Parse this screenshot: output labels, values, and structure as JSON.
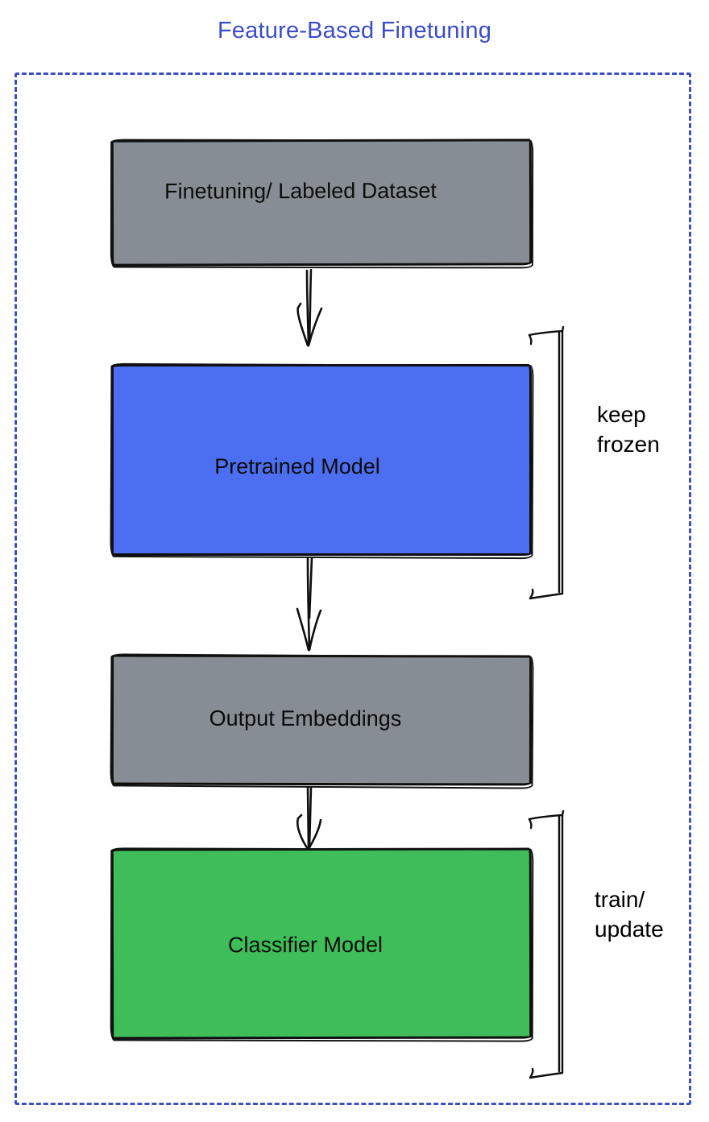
{
  "title": "Feature-Based Finetuning",
  "colors": {
    "title_text": "#3b4cc8",
    "frame_border": "#3b50c4",
    "node_gray": "#868d95",
    "node_blue": "#4b6ff0",
    "node_green": "#3ebd58",
    "stroke": "#111111",
    "label_text": "#0b0b0b"
  },
  "diagram": {
    "nodes": [
      {
        "id": "finetuning-dataset",
        "label": "Finetuning/ Labeled Dataset",
        "fill": "gray"
      },
      {
        "id": "pretrained-model",
        "label": "Pretrained Model",
        "fill": "blue"
      },
      {
        "id": "output-embeddings",
        "label": "Output Embeddings",
        "fill": "gray"
      },
      {
        "id": "classifier-model",
        "label": "Classifier Model",
        "fill": "green"
      }
    ],
    "connections": [
      {
        "from": "finetuning-dataset",
        "to": "pretrained-model",
        "type": "arrow-down"
      },
      {
        "from": "pretrained-model",
        "to": "output-embeddings",
        "type": "arrow-down"
      },
      {
        "from": "output-embeddings",
        "to": "classifier-model",
        "type": "arrow-down"
      }
    ],
    "annotations": [
      {
        "target": "pretrained-model",
        "lines": [
          "keep",
          "frozen"
        ]
      },
      {
        "target": "classifier-model",
        "lines": [
          "train/",
          "update"
        ]
      }
    ]
  }
}
